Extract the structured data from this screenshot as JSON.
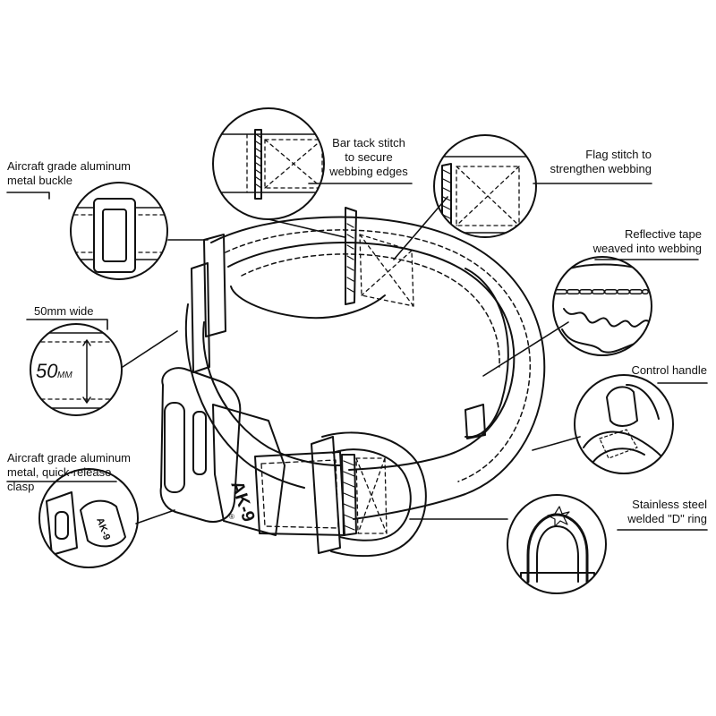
{
  "callouts": [
    {
      "id": "buckle",
      "lines": [
        "Aircraft grade aluminum",
        "metal buckle"
      ]
    },
    {
      "id": "bartack",
      "lines": [
        "Bar tack stitch",
        "to secure",
        "webbing edges"
      ]
    },
    {
      "id": "flag",
      "lines": [
        "Flag stitch to",
        "strengthen webbing"
      ]
    },
    {
      "id": "reflective",
      "lines": [
        "Reflective tape",
        "weaved into webbing"
      ]
    },
    {
      "id": "width",
      "lines": [
        "50mm wide"
      ]
    },
    {
      "id": "handle",
      "lines": [
        "Control handle"
      ]
    },
    {
      "id": "clasp",
      "lines": [
        "Aircraft grade aluminum",
        "metal, quick-release",
        "clasp"
      ]
    },
    {
      "id": "dring",
      "lines": [
        "Stainless steel",
        "welded \"D\" ring"
      ]
    }
  ],
  "width_detail": {
    "value": "50",
    "unit": "MM"
  },
  "brand": {
    "text": "AK-9",
    "mark": "®"
  },
  "colors": {
    "ink": "#111111",
    "paper": "#ffffff"
  }
}
